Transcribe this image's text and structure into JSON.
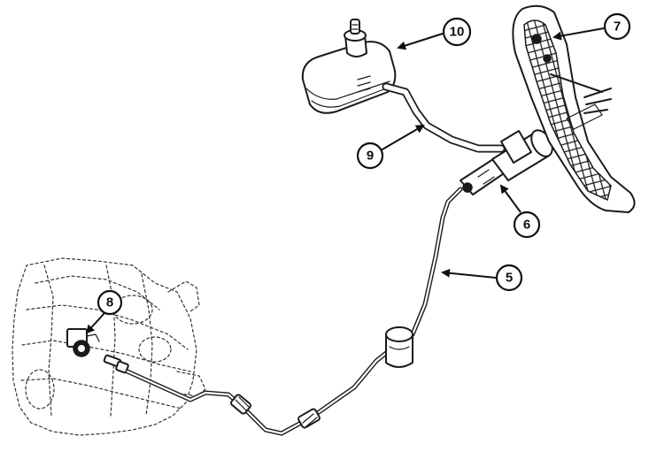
{
  "callouts": [
    {
      "id": "5",
      "label": "5"
    },
    {
      "id": "6",
      "label": "6"
    },
    {
      "id": "7",
      "label": "7"
    },
    {
      "id": "8",
      "label": "8"
    },
    {
      "id": "9",
      "label": "9"
    },
    {
      "id": "10",
      "label": "10"
    }
  ]
}
